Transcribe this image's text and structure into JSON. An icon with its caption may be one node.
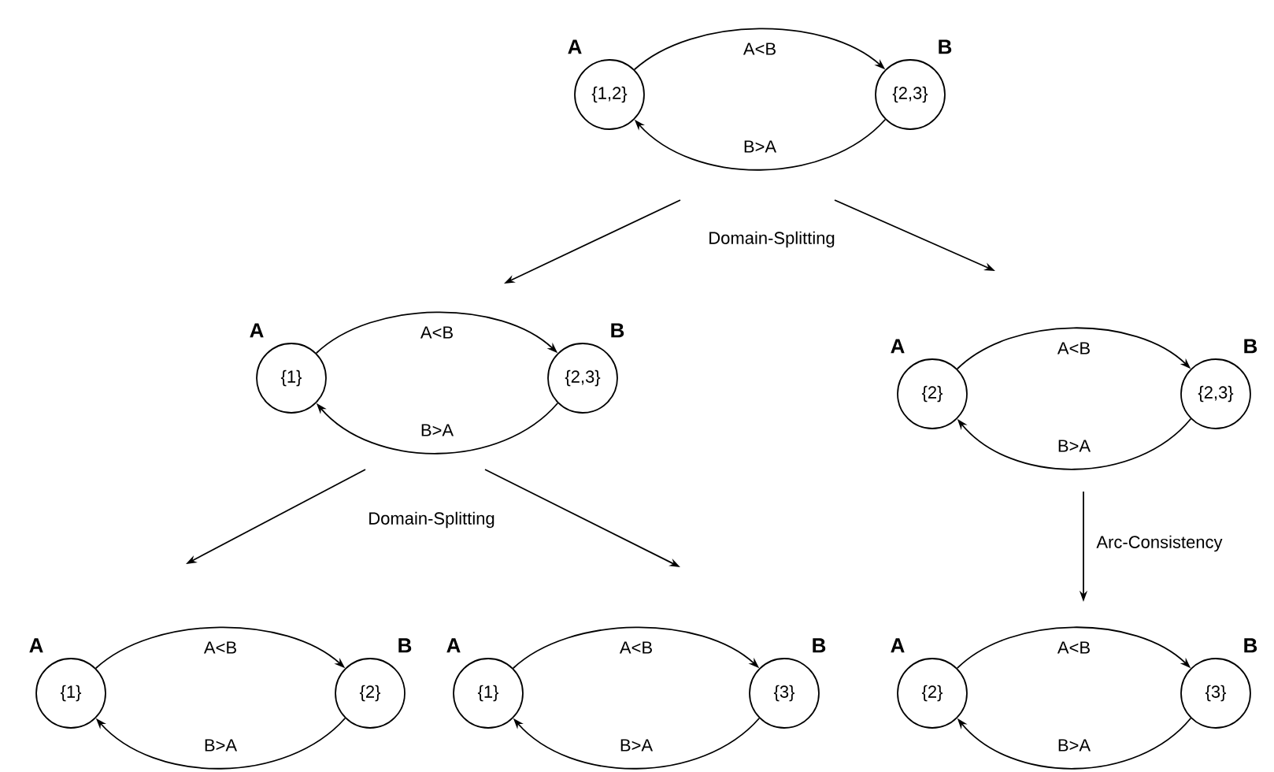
{
  "diagram": {
    "nodes": [
      {
        "text": [
          "{1,2}"
        ],
        "beside": [
          "A"
        ]
      },
      {
        "text": [
          "{2,3}"
        ],
        "beside": [
          "B"
        ]
      },
      {
        "text": [
          "{1}"
        ],
        "beside": [
          "A"
        ]
      },
      {
        "text": [
          "{2,3}"
        ],
        "beside": [
          "B"
        ]
      },
      {
        "text": [
          "{2}"
        ],
        "beside": [
          "A"
        ]
      },
      {
        "text": [
          "{2,3}"
        ],
        "beside": [
          "B"
        ]
      },
      {
        "text": [
          "{1}"
        ],
        "beside": [
          "A"
        ]
      },
      {
        "text": [
          "{2}"
        ],
        "beside": [
          "B"
        ]
      },
      {
        "text": [
          "{1}"
        ],
        "beside": [
          "A"
        ]
      },
      {
        "text": [
          "{3}"
        ],
        "beside": [
          "B"
        ]
      },
      {
        "text": [
          "{2}"
        ],
        "beside": [
          "A"
        ]
      },
      {
        "text": [
          "{3}"
        ],
        "beside": [
          "B"
        ]
      }
    ],
    "edges": [
      {
        "from": 0,
        "to": 1,
        "arrow": "to",
        "label": "A<B"
      },
      {
        "from": 1,
        "to": 0,
        "arrow": "to",
        "label": "B>A"
      },
      {
        "from": 2,
        "to": 3,
        "arrow": "to",
        "label": "A<B"
      },
      {
        "from": 3,
        "to": 2,
        "arrow": "to",
        "label": "B>A"
      },
      {
        "from": 4,
        "to": 5,
        "arrow": "to",
        "label": "A<B"
      },
      {
        "from": 5,
        "to": 4,
        "arrow": "to",
        "label": "B>A"
      },
      {
        "from": 6,
        "to": 7,
        "arrow": "to",
        "label": "A<B"
      },
      {
        "from": 7,
        "to": 6,
        "arrow": "to",
        "label": "B>A"
      },
      {
        "from": 8,
        "to": 9,
        "arrow": "to",
        "label": "A<B"
      },
      {
        "from": 9,
        "to": 8,
        "arrow": "to",
        "label": "B>A"
      },
      {
        "from": 10,
        "to": 11,
        "arrow": "to",
        "label": "A<B"
      },
      {
        "from": 11,
        "to": 10,
        "arrow": "to",
        "label": "B>A"
      }
    ],
    "labels": [
      "Domain-Splitting",
      "Domain-Splitting",
      "Arc-Consistency"
    ]
  }
}
